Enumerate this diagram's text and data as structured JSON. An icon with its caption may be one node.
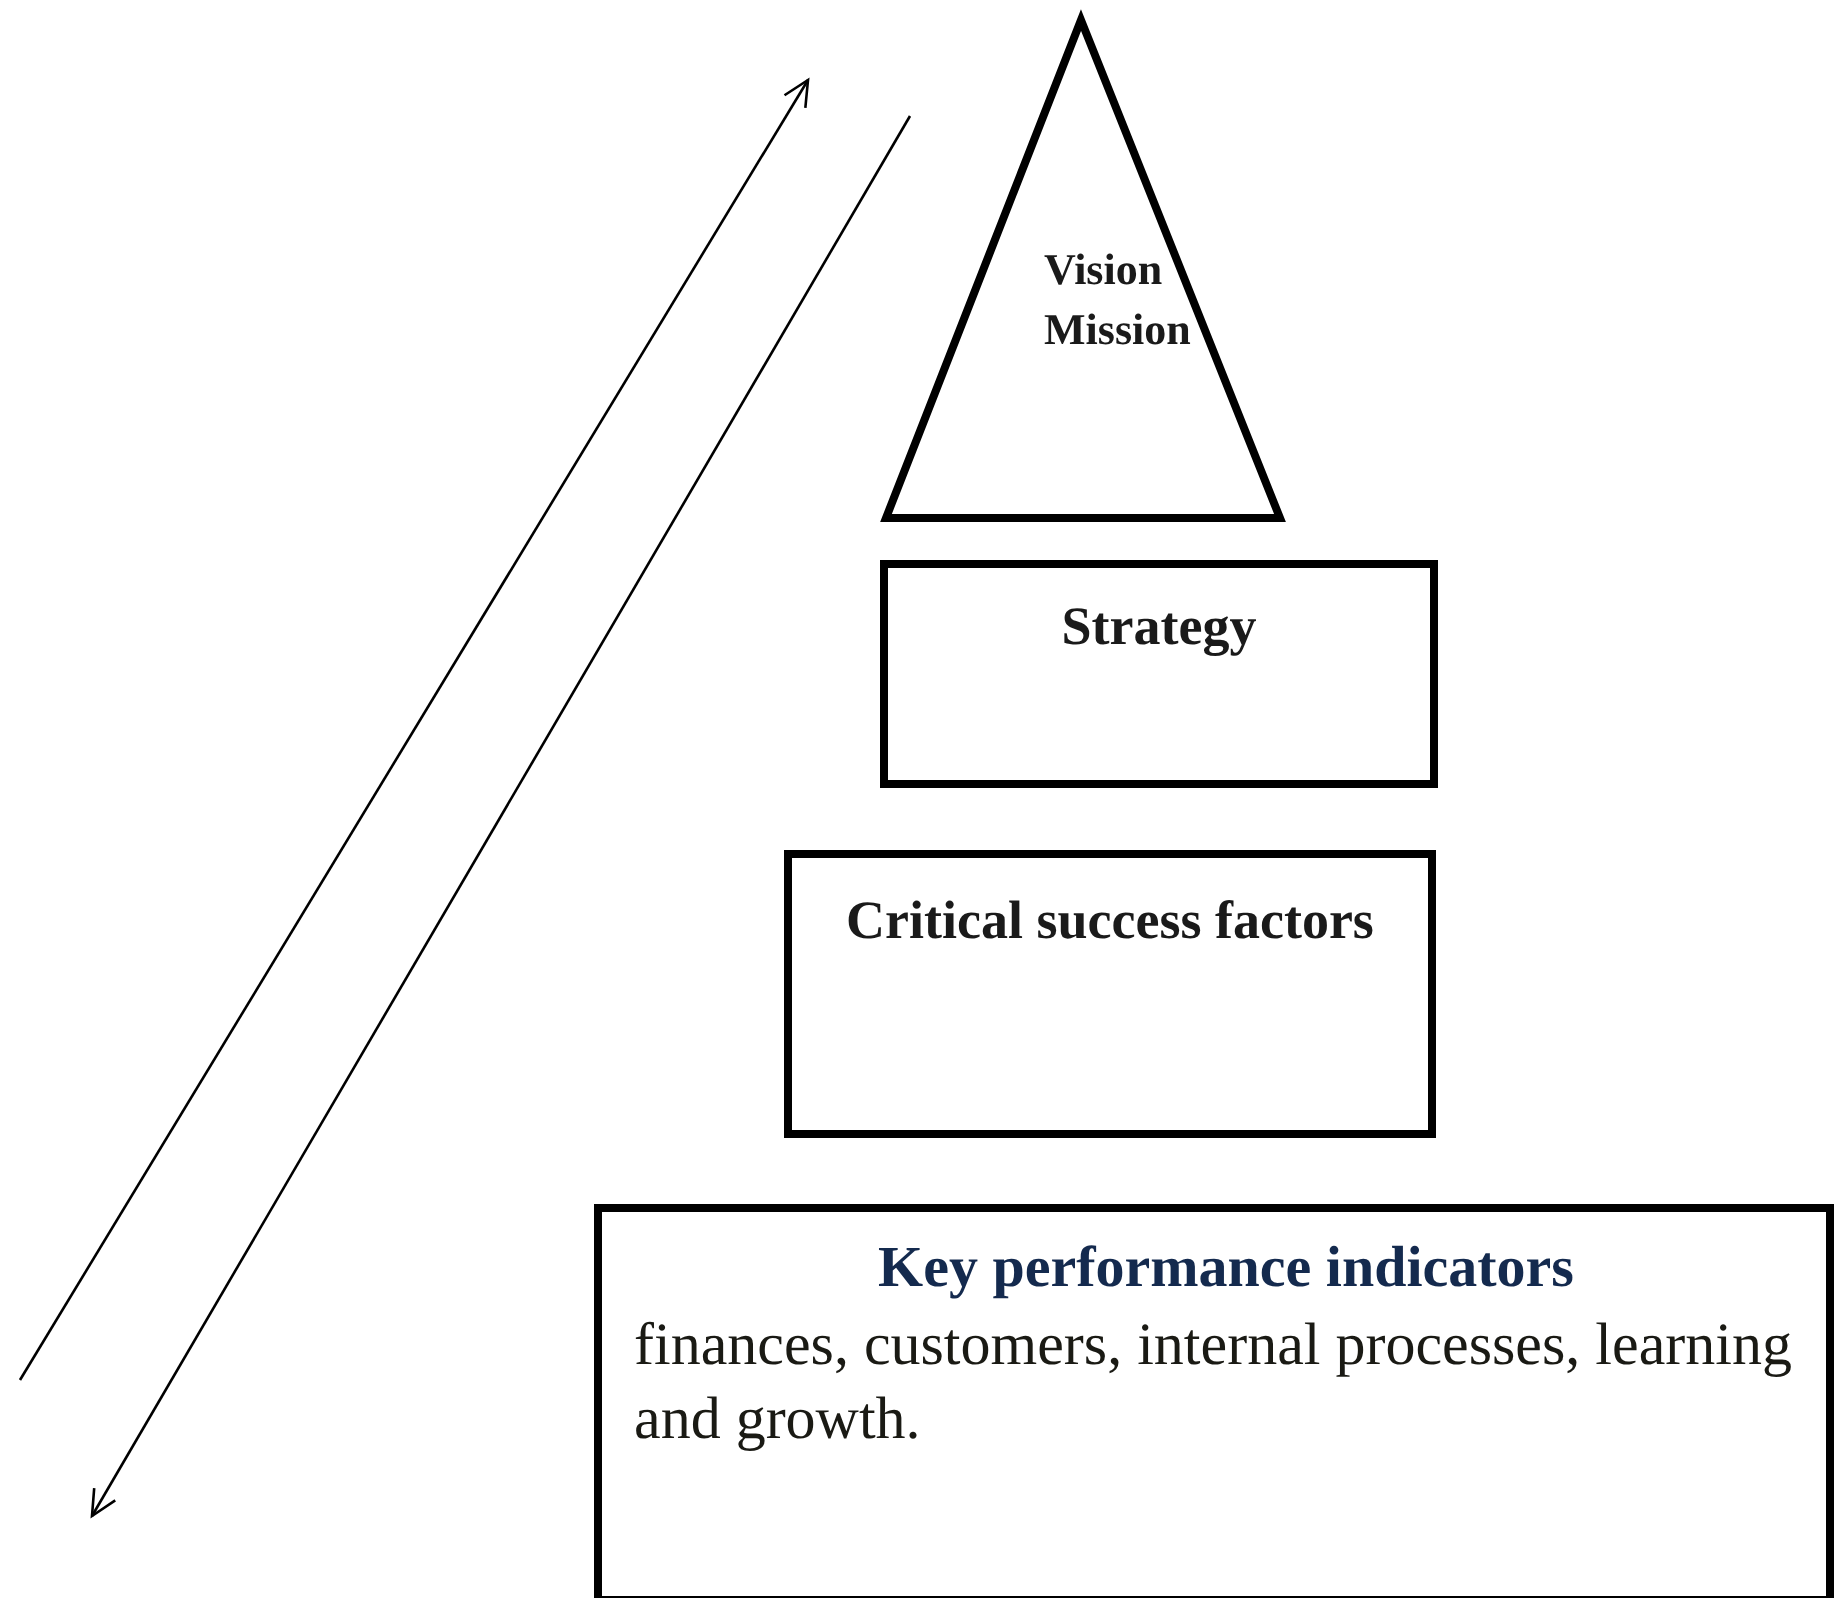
{
  "diagram": {
    "nodes": [
      {
        "text": [
          "Vision",
          "Mission"
        ]
      },
      {
        "text": [
          "Strategy"
        ]
      },
      {
        "text": [
          "Critical success factors"
        ]
      },
      {
        "text": [
          "Key performance indicators",
          "finances, customers, internal processes, learning and growth."
        ]
      }
    ]
  }
}
